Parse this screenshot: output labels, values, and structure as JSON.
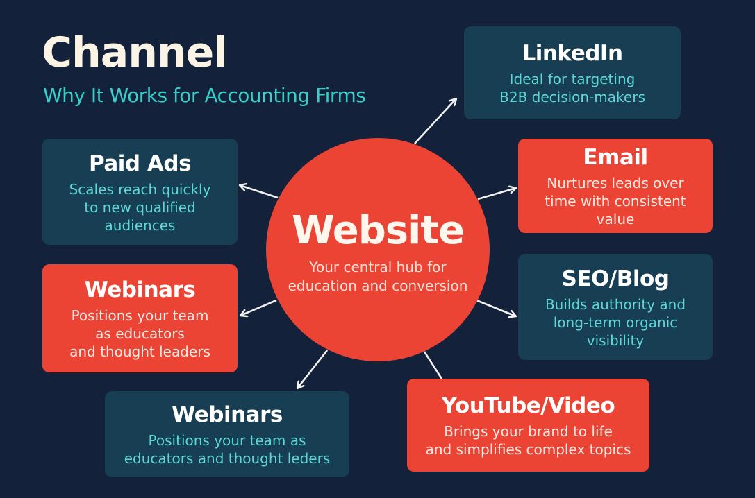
{
  "header": {
    "title": "Channel",
    "subtitle": "Why It Works for Accounting Firms"
  },
  "hub": {
    "title": "Website",
    "description": "Your central hub for\neducation and conversion"
  },
  "channels": [
    {
      "id": "linkedin",
      "title": "LinkedIn",
      "description": "Ideal for targeting\nB2B decision-makers",
      "style": "teal"
    },
    {
      "id": "paid-ads",
      "title": "Paid Ads",
      "description": "Scales reach quickly\nto new qualified\naudiences",
      "style": "teal"
    },
    {
      "id": "email",
      "title": "Email",
      "description": "Nurtures leads over\ntime with consistent value",
      "style": "red"
    },
    {
      "id": "webinars-left",
      "title": "Webinars",
      "description": "Positions your team\nas educators\nand thought leaders",
      "style": "red"
    },
    {
      "id": "seo-blog",
      "title": "SEO/Blog",
      "description": "Builds authority and\nlong-term organic\nvisibility",
      "style": "teal"
    },
    {
      "id": "webinars-bottom",
      "title": "Webinars",
      "description": "Positions your team as\neducators and thought leders",
      "style": "teal"
    },
    {
      "id": "youtube-video",
      "title": "YouTube/Video",
      "description": "Brings your brand to life\nand simplifies complex topics",
      "style": "red"
    }
  ],
  "colors": {
    "background": "#13213a",
    "teal_card": "#173e52",
    "red_card": "#ec4434",
    "title": "#fbf4e4",
    "subtitle": "#36d0c8",
    "arrow": "#f2f2f2"
  }
}
